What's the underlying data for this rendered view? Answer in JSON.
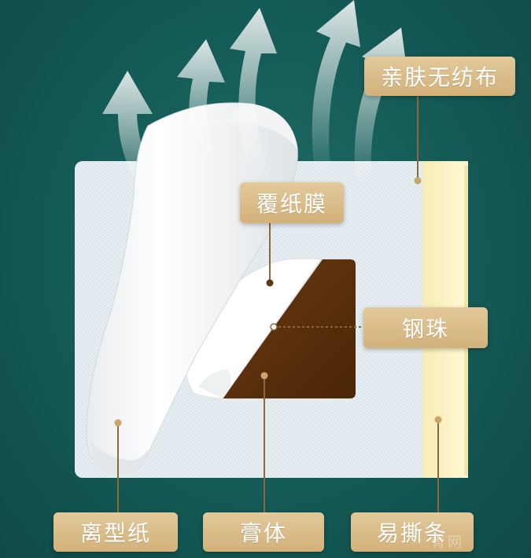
{
  "labels": {
    "skin_fabric": "亲肤无纺布",
    "cover_film": "覆纸膜",
    "steel_bead": "钢珠",
    "release_paper": "离型纸",
    "paste": "膏体",
    "tear_strip": "易撕条"
  },
  "watermark": "青网",
  "colors": {
    "background": "#145a56",
    "label_fill": "#d9bb86",
    "label_text": "#ffffff",
    "paste": "#5a2f0c",
    "tear_strip": "#fdf6c8",
    "fabric": "#e6eef2",
    "guide_line": "#8a6a3a"
  },
  "icons": [
    "breathable-arrow-icon"
  ]
}
